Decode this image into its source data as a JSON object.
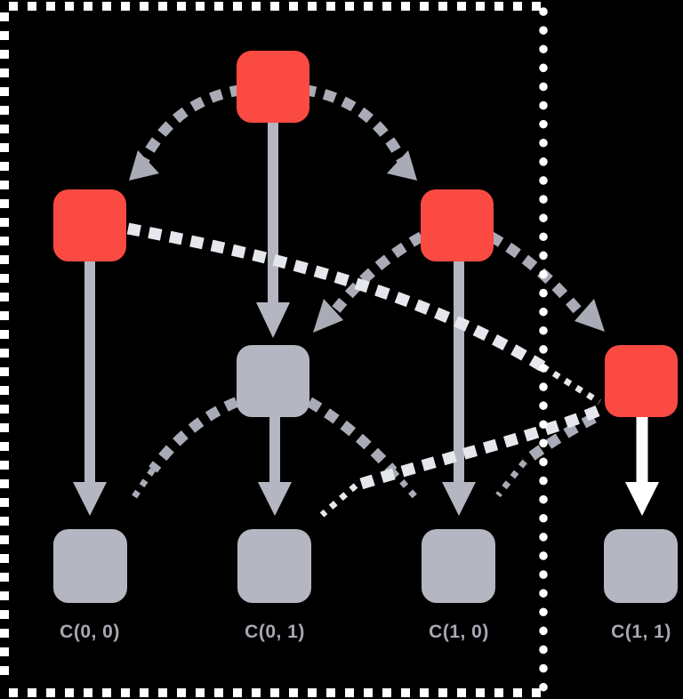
{
  "colors": {
    "background": "#000000",
    "red": "#fa4a42",
    "node_gray": "#b4b6c1",
    "dash_medium": "#a9abb6",
    "dash_light": "#e5e7ed",
    "arrow_white": "#ffffff",
    "frame_dot": "#ffffff",
    "label_gray": "#a6a8b3"
  },
  "labels": {
    "c00": "C(0, 0)",
    "c01": "C(0, 1)",
    "c10": "C(1, 0)",
    "c11": "C(1, 1)"
  },
  "nodes": [
    {
      "id": "root",
      "color": "red",
      "row": 0,
      "col": 1
    },
    {
      "id": "left",
      "color": "red",
      "row": 1,
      "col": 0
    },
    {
      "id": "right",
      "color": "red",
      "row": 1,
      "col": 2
    },
    {
      "id": "middle",
      "color": "gray",
      "row": 2,
      "col": 1
    },
    {
      "id": "far-right",
      "color": "red",
      "row": 2,
      "col": 3
    },
    {
      "id": "c00",
      "color": "gray",
      "row": 3,
      "col": 0,
      "label_key": "c00"
    },
    {
      "id": "c01",
      "color": "gray",
      "row": 3,
      "col": 1,
      "label_key": "c01"
    },
    {
      "id": "c10",
      "color": "gray",
      "row": 3,
      "col": 2,
      "label_key": "c10"
    },
    {
      "id": "c11",
      "color": "gray",
      "row": 3,
      "col": 3,
      "label_key": "c11"
    }
  ],
  "edges": [
    {
      "from": "root",
      "to": "middle",
      "style": "solid",
      "tone": "gray",
      "arrowhead": true
    },
    {
      "from": "left",
      "to": "c00",
      "style": "solid",
      "tone": "gray",
      "arrowhead": true
    },
    {
      "from": "right",
      "to": "c10",
      "style": "solid",
      "tone": "gray",
      "arrowhead": true
    },
    {
      "from": "middle",
      "to": "c01",
      "style": "solid",
      "tone": "gray",
      "arrowhead": true
    },
    {
      "from": "far-right",
      "to": "c11",
      "style": "solid",
      "tone": "white",
      "arrowhead": true
    },
    {
      "from": "root",
      "to": "left",
      "style": "dashed",
      "tone": "medium",
      "arrowhead": true
    },
    {
      "from": "root",
      "to": "right",
      "style": "dashed",
      "tone": "medium",
      "arrowhead": true
    },
    {
      "from": "right",
      "to": "middle",
      "style": "dashed",
      "tone": "medium",
      "arrowhead": true
    },
    {
      "from": "right",
      "to": "far-right",
      "style": "dashed",
      "tone": "medium",
      "arrowhead": true
    },
    {
      "from": "middle",
      "to": "c00",
      "style": "dashed",
      "tone": "medium",
      "arrowhead": false
    },
    {
      "from": "middle",
      "to": "c10",
      "style": "dashed",
      "tone": "medium",
      "arrowhead": false
    },
    {
      "from": "far-right",
      "to": "c10",
      "style": "dashed",
      "tone": "medium",
      "arrowhead": false
    },
    {
      "from": "far-right",
      "to": "c01",
      "style": "dashed",
      "tone": "light",
      "arrowhead": false
    },
    {
      "from": "left",
      "to": "far-right",
      "style": "dashed",
      "tone": "light",
      "arrowhead": false
    }
  ],
  "frame": {
    "style": "dotted",
    "color": "#ffffff",
    "encloses": [
      "root",
      "left",
      "right",
      "middle",
      "c00",
      "c01",
      "c10"
    ],
    "right_divider": true
  }
}
